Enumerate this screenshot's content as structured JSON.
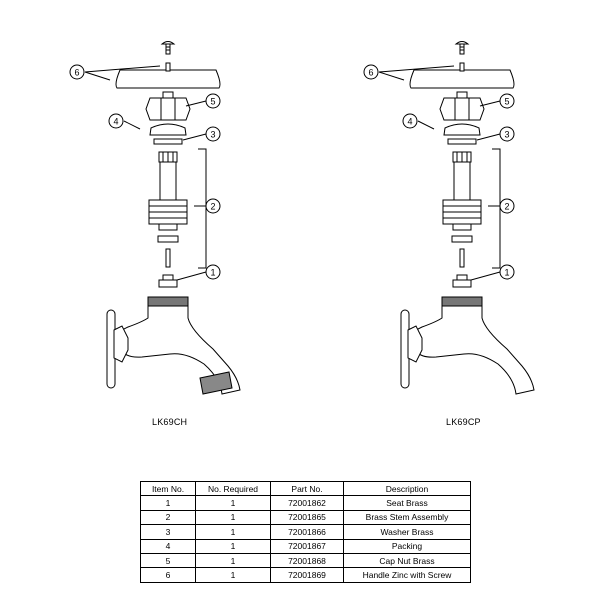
{
  "models": {
    "left": "LK69CH",
    "right": "LK69CP"
  },
  "callouts": [
    "1",
    "2",
    "3",
    "4",
    "5",
    "6"
  ],
  "table": {
    "headers": [
      "Item No.",
      "No. Required",
      "Part No.",
      "Description"
    ],
    "rows": [
      [
        "1",
        "1",
        "72001862",
        "Seat Brass"
      ],
      [
        "2",
        "1",
        "72001865",
        "Brass Stem Assembly"
      ],
      [
        "3",
        "1",
        "72001866",
        "Washer Brass"
      ],
      [
        "4",
        "1",
        "72001867",
        "Packing"
      ],
      [
        "5",
        "1",
        "72001868",
        "Cap Nut Brass"
      ],
      [
        "6",
        "1",
        "72001869",
        "Handle Zinc with Screw"
      ]
    ]
  }
}
